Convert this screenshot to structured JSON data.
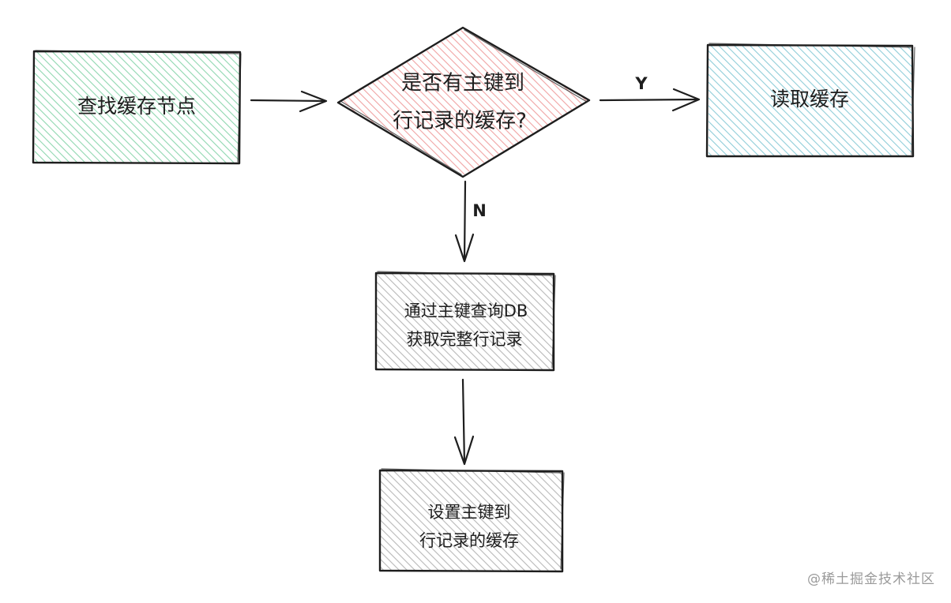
{
  "diagram": {
    "nodes": {
      "find_cache": {
        "text": "查找缓存节点"
      },
      "decision": {
        "line1": "是否有主键到",
        "line2": "行记录的缓存?"
      },
      "read_cache": {
        "text": "读取缓存"
      },
      "query_db": {
        "line1": "通过主键查询DB",
        "line2": "获取完整行记录"
      },
      "set_cache": {
        "line1": "设置主键到",
        "line2": "行记录的缓存"
      }
    },
    "edges": {
      "yes_label": "Y",
      "no_label": "N"
    },
    "colors": {
      "find_cache_hatch": "#8fd7b0",
      "decision_hatch": "#f0a3a3",
      "read_cache_hatch": "#8fcdd8",
      "gray_hatch": "#b8b8b8",
      "stroke": "#1e1e1e"
    }
  },
  "watermark": "@稀土掘金技术社区"
}
